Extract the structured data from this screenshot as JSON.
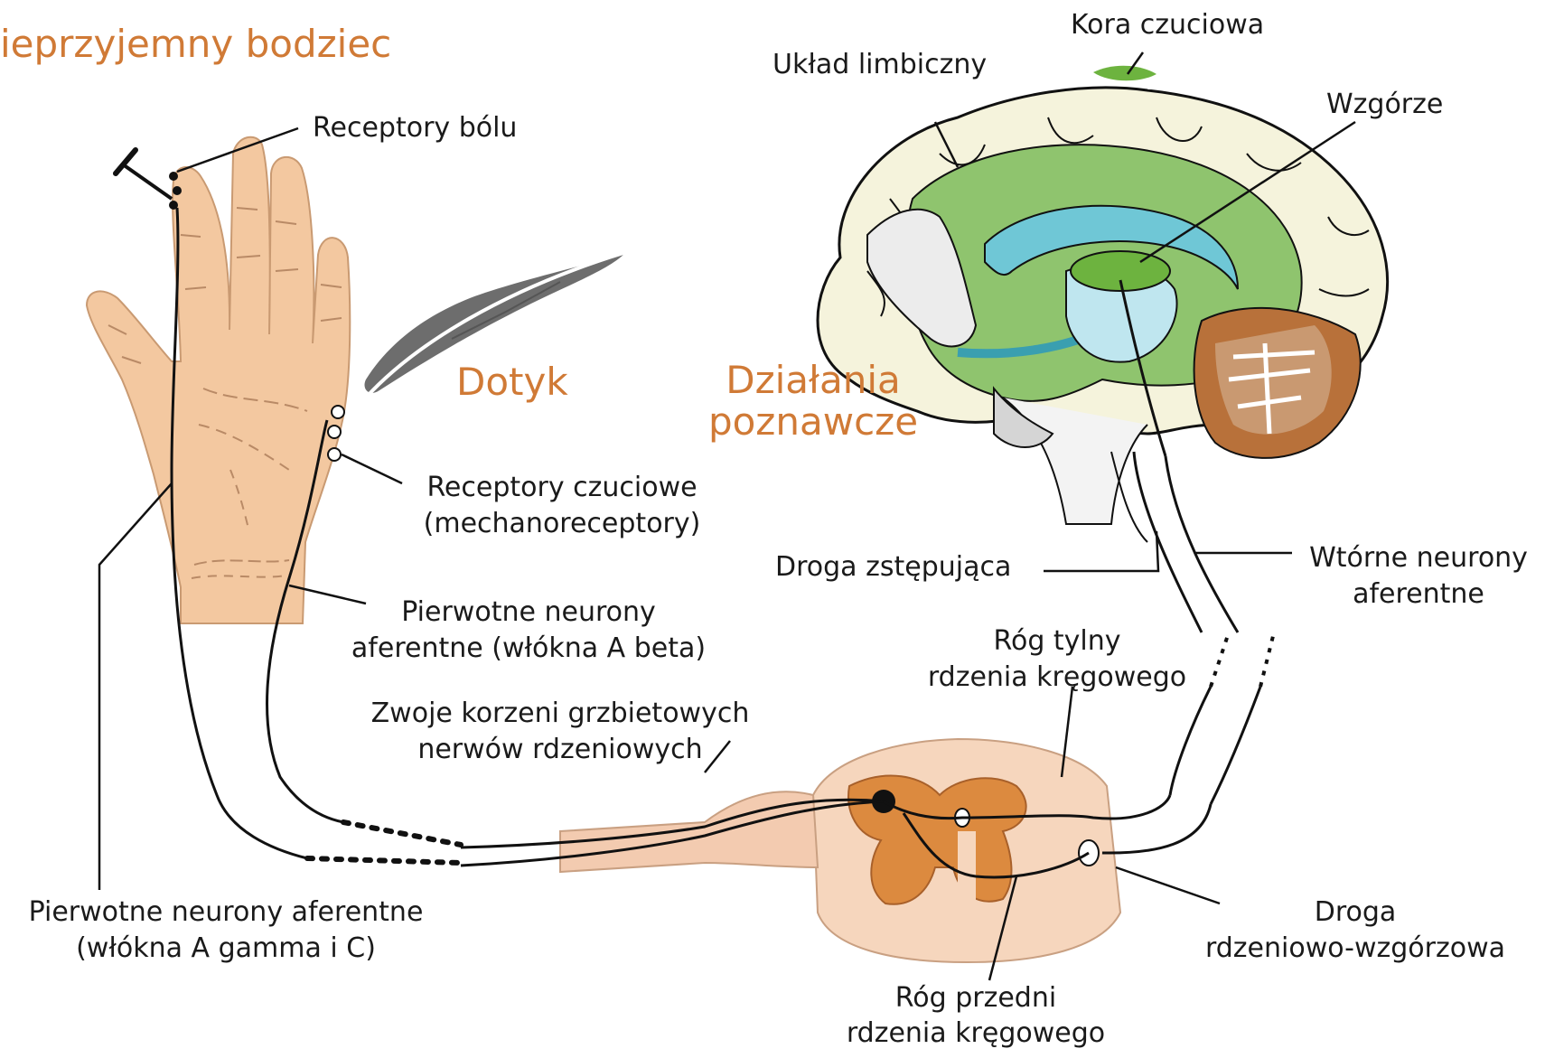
{
  "colors": {
    "skin": "#f3c8a0",
    "skin_line": "#b98a66",
    "accent_text": "#d07a36",
    "limbic_green": "#8fc46e",
    "cortex_cream": "#f5f3dc",
    "thalamus_green": "#6db33f",
    "ventricle_blue": "#6fc7d6",
    "cerebellum_brown": "#b8713a",
    "gray_matter": "#dc8a3f",
    "white_matter": "#f6d6bd",
    "feather_gray": "#6d6d6d"
  },
  "headings": {
    "stimulus": "ieprzyjemny bodziec",
    "touch": "Dotyk",
    "cognitive_line1": "Działania",
    "cognitive_line2": "poznawcze"
  },
  "labels": {
    "pain_receptors": "Receptory bólu",
    "sensory_receptors_1": "Receptory czuciowe",
    "sensory_receptors_2": "(mechanoreceptory)",
    "primary_beta_1": "Pierwotne neurony",
    "primary_beta_2": "aferentne (włókna A  beta)",
    "ganglia_1": "Zwoje korzeni grzbietowych",
    "ganglia_2": "nerwów rdzeniowych",
    "primary_gamma_1": "Pierwotne neurony aferentne",
    "primary_gamma_2": "(włókna A gamma i C)",
    "sensory_cortex": "Kora czuciowa",
    "limbic": "Układ limbiczny",
    "thalamus": "Wzgórze",
    "descending": "Droga zstępująca",
    "secondary_1": "Wtórne neurony",
    "secondary_2": "aferentne",
    "dorsal_horn_1": "Róg tylny",
    "dorsal_horn_2": "rdzenia kręgowego",
    "spinothalamic_1": "Droga",
    "spinothalamic_2": "rdzeniowo-wzgórzowa",
    "ventral_horn_1": "Róg przedni",
    "ventral_horn_2": "rdzenia kręgowego"
  }
}
